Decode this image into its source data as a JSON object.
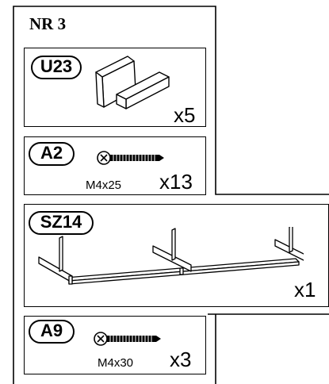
{
  "step": {
    "title": "NR 3"
  },
  "parts": {
    "u23": {
      "id": "U23",
      "qty": "x5"
    },
    "a2": {
      "id": "A2",
      "qty": "x13",
      "size": "M4x25"
    },
    "sz14": {
      "id": "SZ14",
      "qty": "x1"
    },
    "a9": {
      "id": "A9",
      "qty": "x3",
      "size": "M4x30"
    }
  }
}
